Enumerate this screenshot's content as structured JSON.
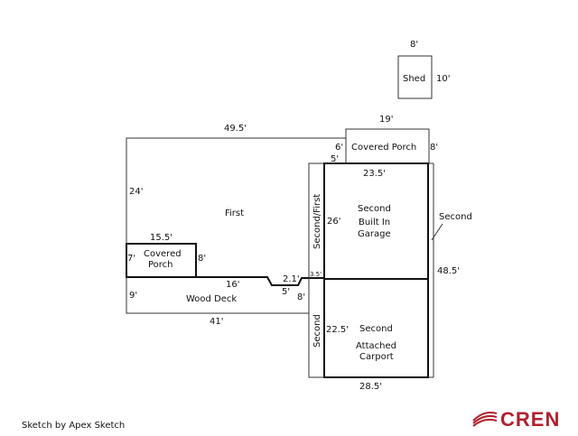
{
  "labels": {
    "shed_width": "8'",
    "shed_name": "Shed",
    "shed_depth": "10'",
    "porch_top_width": "19'",
    "porch_top_name": "Covered Porch",
    "porch_top_right": "8'",
    "porch_top_left": "6'",
    "first_top": "49.5'",
    "first_side": "24'",
    "first_name": "First",
    "small_5": "5'",
    "second_first": "Second/First",
    "garage_width": "23.5'",
    "garage_depth": "26'",
    "garage_name_1": "Second",
    "garage_name_2": "Built In",
    "garage_name_3": "Garage",
    "second_right": "Second",
    "porch_left_width": "15.5'",
    "porch_left_name_1": "Covered",
    "porch_left_name_2": "Porch",
    "porch_left_depth": "7'",
    "porch_left_right": "8'",
    "deck_top": "16'",
    "step_top": "2.1'",
    "step_bottom": "5'",
    "deck_depth": "9'",
    "deck_name": "Wood Deck",
    "deck_right": "8'",
    "narrow_width": "3.5'",
    "deck_bottom": "41'",
    "right_depth": "48.5'",
    "second_lower": "Second",
    "carport_depth": "22.5'",
    "carport_name_1": "Second",
    "carport_name_2": "Attached",
    "carport_name_3": "Carport",
    "bottom_width": "28.5'"
  },
  "credit": "Sketch by Apex Sketch",
  "logo_text": "CREN",
  "colors": {
    "logo": "#b1202f",
    "lines": "#333333"
  }
}
